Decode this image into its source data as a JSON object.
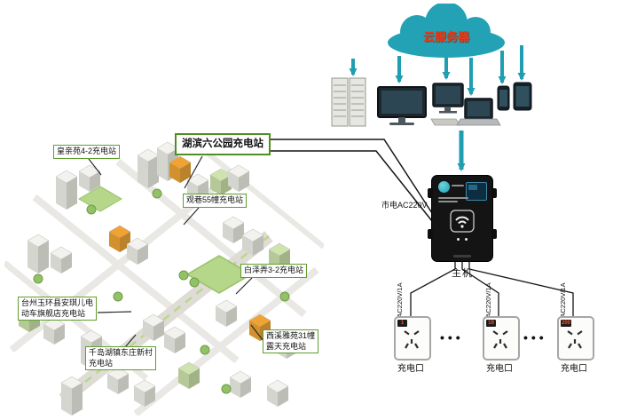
{
  "cloud": {
    "label": "云服务器",
    "icon": "cloud-icon"
  },
  "devices": {
    "icons": [
      "server-rack-icon",
      "server-rack-icon",
      "tv-monitor-icon",
      "desktop-monitor-icon",
      "laptop-icon",
      "smartphone-icon",
      "tablet-icon"
    ]
  },
  "controller": {
    "label": "主机",
    "mains_label": "市电AC220V",
    "icons": [
      "brand-logo-icon",
      "lcd-screen-icon",
      "wifi-icon"
    ]
  },
  "ports": {
    "ellipsis": "•••",
    "items": [
      {
        "id": "1",
        "line_label": "AC220V/1A",
        "label": "充电口"
      },
      {
        "id": "19",
        "line_label": "AC220V/1A",
        "label": "充电口"
      },
      {
        "id": "200",
        "line_label": "AC220V/1A",
        "label": "充电口"
      }
    ]
  },
  "map": {
    "icon": "isometric-city-map",
    "stations": [
      {
        "lines": [
          "皇亲苑4-2充电站"
        ],
        "highlight": false
      },
      {
        "lines": [
          "湖滨六公园充电站"
        ],
        "highlight": true
      },
      {
        "lines": [
          "观巷55幢充电站"
        ],
        "highlight": false
      },
      {
        "lines": [
          "白泽弄3-2充电站"
        ],
        "highlight": false
      },
      {
        "lines": [
          "台州玉环县安琪儿电",
          "动车旗舰店充电站"
        ],
        "highlight": false
      },
      {
        "lines": [
          "西溪雅苑31幢",
          "露天充电站"
        ],
        "highlight": false
      },
      {
        "lines": [
          "千岛湖镇东庄新村",
          "充电站"
        ],
        "highlight": false
      }
    ]
  },
  "colors": {
    "cloud_teal": "#1f9db1",
    "label_red": "#e83a17",
    "station_green": "#5f9e2c",
    "wire_black": "#151515",
    "controller_black": "#141414"
  }
}
